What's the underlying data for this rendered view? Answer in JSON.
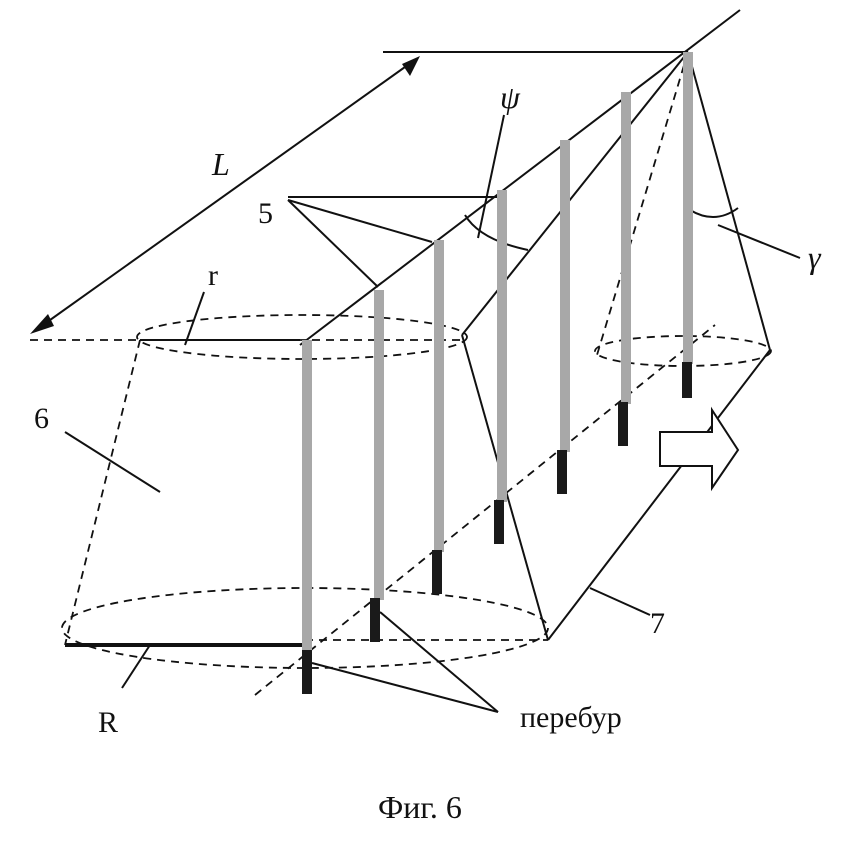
{
  "figure": {
    "caption": "Фиг. 6",
    "labels": {
      "L": "L",
      "psi": "ψ",
      "gamma": "γ",
      "r": "r",
      "R": "R",
      "five": "5",
      "six": "6",
      "seven": "7",
      "overdrill": "перебур"
    }
  },
  "colors": {
    "ink": "#111111",
    "charge": "#a8a8a8",
    "stemming": "#1a1a1a",
    "paper": "#ffffff"
  }
}
